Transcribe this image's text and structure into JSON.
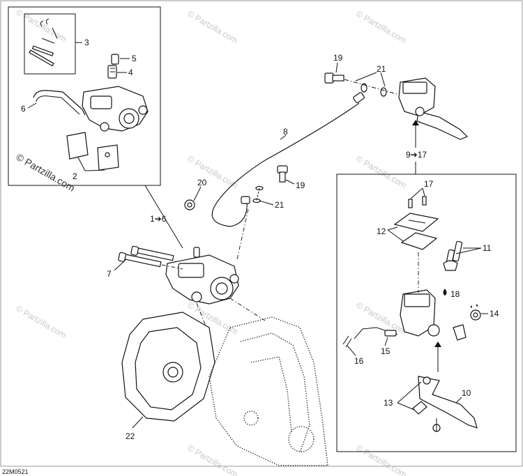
{
  "watermark_text": "© Partzilla.com",
  "diagram_code": "22M0521",
  "callouts": {
    "c1_6": "1➔6",
    "c2": "2",
    "c3": "3",
    "c4": "4",
    "c5": "5",
    "c6": "6",
    "c7": "7",
    "c8": "8",
    "c9_17": "9➔17",
    "c10": "10",
    "c11": "11",
    "c12": "12",
    "c13": "13",
    "c14": "14",
    "c15": "15",
    "c16": "16",
    "c17": "17",
    "c18": "18",
    "c19a": "19",
    "c19b": "19",
    "c20": "20",
    "c21a": "21",
    "c21b": "21",
    "c22": "22"
  }
}
